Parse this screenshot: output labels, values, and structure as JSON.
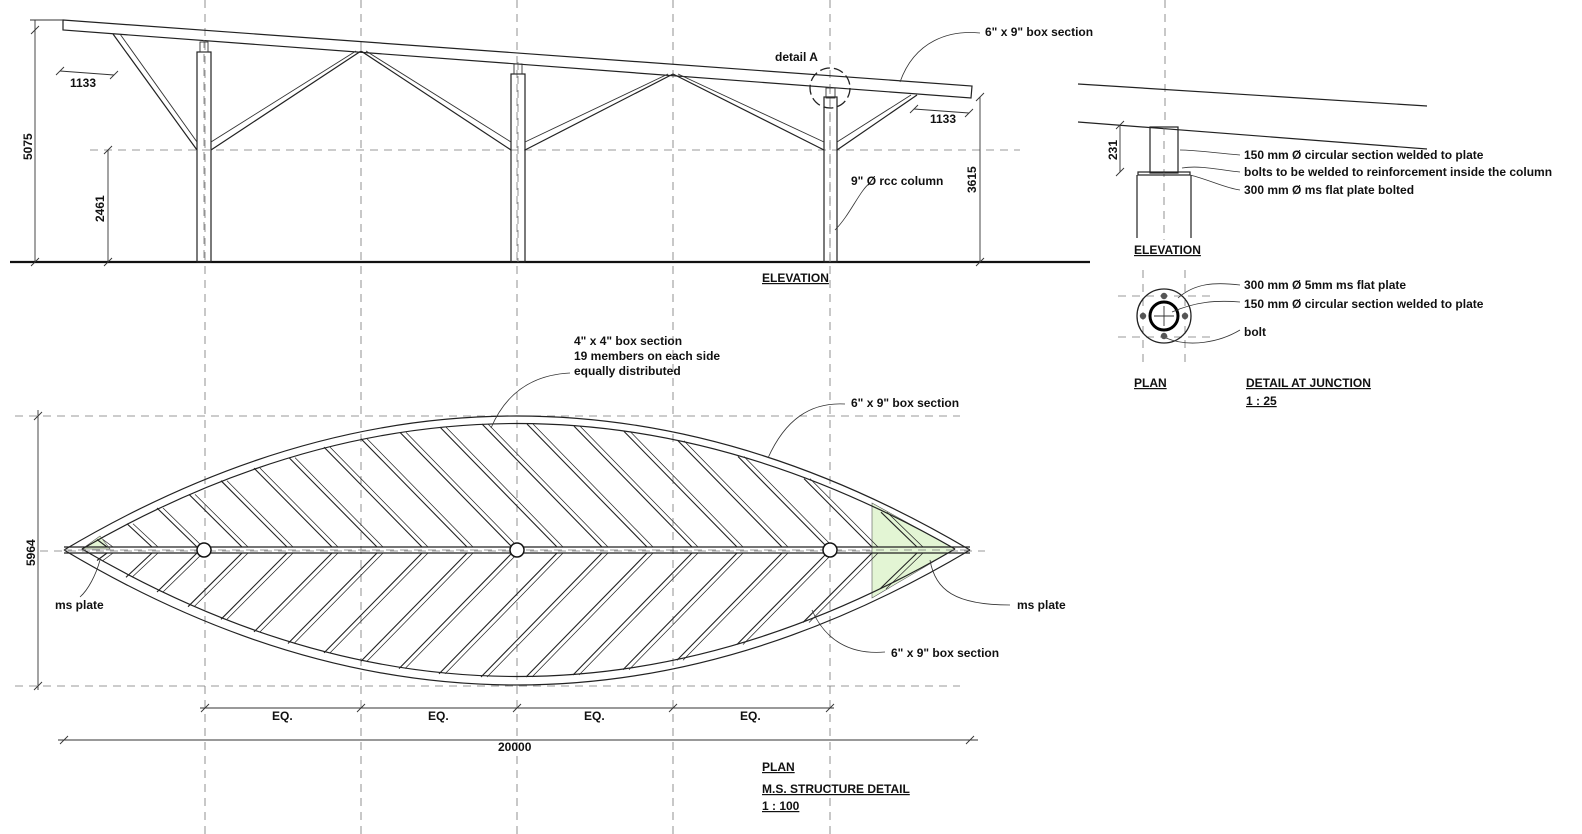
{
  "elevation": {
    "title": "ELEVATION",
    "dims": {
      "overall_height": "5075",
      "mid_height": "2461",
      "right_height": "3615",
      "left_overhang": "1133",
      "right_overhang": "1133"
    },
    "labels": {
      "beam": "6\" x 9\" box section",
      "detail_ref": "detail A",
      "column": "9\" Ø rcc column"
    }
  },
  "plan": {
    "title": "PLAN",
    "subtitle": "M.S. STRUCTURE DETAIL",
    "scale": "1 : 100",
    "dims": {
      "width": "5964",
      "overall_length": "20000",
      "eq": [
        "EQ.",
        "EQ.",
        "EQ.",
        "EQ."
      ]
    },
    "labels": {
      "members_line1": "4\" x 4\" box section",
      "members_line2": "19 members on each side",
      "members_line3": "equally distributed",
      "top_box": "6\" x 9\" box section",
      "bottom_box": "6\" x 9\" box section",
      "ms_plate_left": "ms plate",
      "ms_plate_right": "ms plate"
    }
  },
  "detail": {
    "elevation_title": "ELEVATION",
    "plan_title": "PLAN",
    "title": "DETAIL AT JUNCTION",
    "scale": "1 : 25",
    "dim_231": "231",
    "elev_labels": [
      "150 mm Ø circular section welded to plate",
      "bolts to be welded to reinforcement inside the column",
      "300 mm Ø ms flat plate bolted"
    ],
    "plan_labels": [
      "300 mm Ø 5mm ms flat plate",
      "150 mm Ø circular section welded to plate",
      "bolt"
    ]
  },
  "colors": {
    "line": "#222222",
    "plate_fill": "#e3f5d4",
    "grid": "#777777"
  }
}
